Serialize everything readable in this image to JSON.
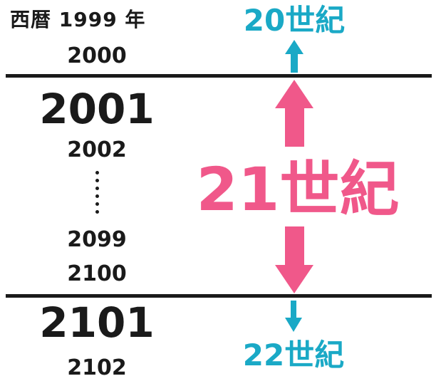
{
  "colors": {
    "pink": "#f0588a",
    "cyan": "#1aa9c6",
    "black": "#1a1a1a"
  },
  "header": {
    "text": "西暦 1999 年"
  },
  "years": {
    "y2000": "2000",
    "y2001": "2001",
    "y2002": "2002",
    "y2099": "2099",
    "y2100": "2100",
    "y2101": "2101",
    "y2102": "2102"
  },
  "centuries": {
    "c20": "20世紀",
    "c21": "21世紀",
    "c22": "22世紀"
  }
}
